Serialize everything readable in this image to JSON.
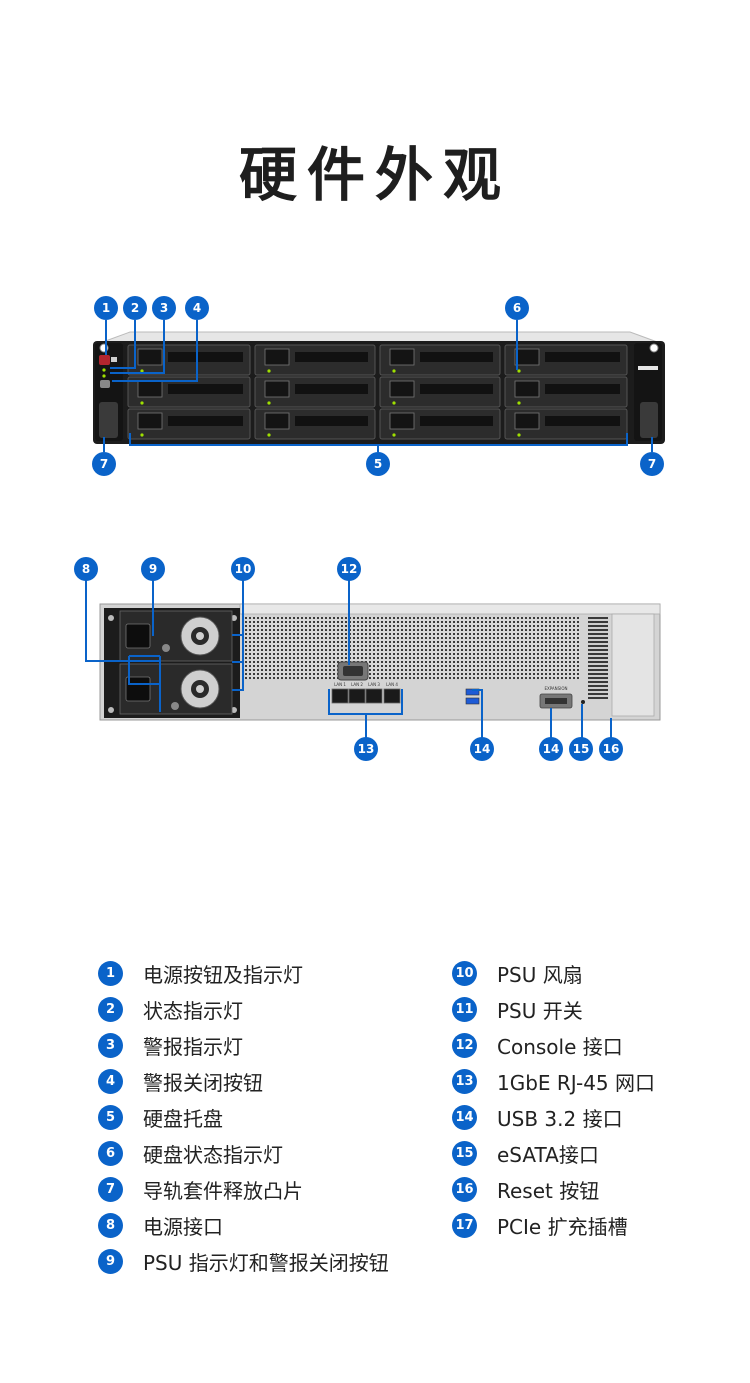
{
  "page": {
    "title": "硬件外观"
  },
  "front_view": {
    "callouts": [
      {
        "id": "front-1",
        "number": "1"
      },
      {
        "id": "front-2",
        "number": "2"
      },
      {
        "id": "front-3",
        "number": "3"
      },
      {
        "id": "front-4",
        "number": "4"
      },
      {
        "id": "front-6",
        "number": "6"
      },
      {
        "id": "front-7a",
        "number": "7"
      },
      {
        "id": "front-5",
        "number": "5"
      },
      {
        "id": "front-7b",
        "number": "7"
      }
    ],
    "drive_bays": {
      "rows": 3,
      "columns": 4
    },
    "colors": {
      "chassis": "#1c1c1c",
      "bay": "#2a2a2a",
      "led": "#9fe000",
      "callout": "#0a63c9"
    }
  },
  "rear_view": {
    "callouts": [
      {
        "id": "rear-8",
        "number": "8"
      },
      {
        "id": "rear-9",
        "number": "9"
      },
      {
        "id": "rear-10",
        "number": "10"
      },
      {
        "id": "rear-12",
        "number": "12"
      },
      {
        "id": "rear-13",
        "number": "13"
      },
      {
        "id": "rear-14a",
        "number": "14"
      },
      {
        "id": "rear-14b",
        "number": "14"
      },
      {
        "id": "rear-15",
        "number": "15"
      },
      {
        "id": "rear-16",
        "number": "16"
      }
    ],
    "lan_labels": [
      "LAN 1",
      "LAN 2",
      "LAN 3",
      "LAN 4"
    ],
    "expansion_label": "EXPANSION"
  },
  "legend": {
    "left": [
      {
        "number": "1",
        "label": "电源按钮及指示灯"
      },
      {
        "number": "2",
        "label": "状态指示灯"
      },
      {
        "number": "3",
        "label": "警报指示灯"
      },
      {
        "number": "4",
        "label": "警报关闭按钮"
      },
      {
        "number": "5",
        "label": "硬盘托盘"
      },
      {
        "number": "6",
        "label": "硬盘状态指示灯"
      },
      {
        "number": "7",
        "label": "导轨套件释放凸片"
      },
      {
        "number": "8",
        "label": "电源接口"
      },
      {
        "number": "9",
        "label": "PSU 指示灯和警报关闭按钮"
      }
    ],
    "right": [
      {
        "number": "10",
        "label": "PSU 风扇"
      },
      {
        "number": "11",
        "label": "PSU 开关"
      },
      {
        "number": "12",
        "label": "Console 接口"
      },
      {
        "number": "13",
        "label": "1GbE RJ-45 网口"
      },
      {
        "number": "14",
        "label": "USB 3.2 接口"
      },
      {
        "number": "15",
        "label": "eSATA接口"
      },
      {
        "number": "16",
        "label": "Reset 按钮"
      },
      {
        "number": "17",
        "label": "PCIe 扩充插槽"
      }
    ]
  }
}
